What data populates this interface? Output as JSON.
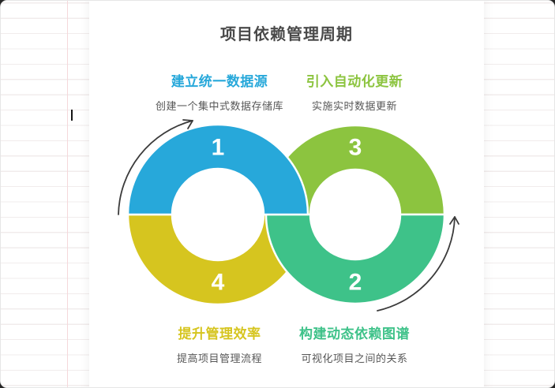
{
  "page": {
    "title": "项目依赖管理周期"
  },
  "canvas": {
    "grid_line_color": "#f1ecec",
    "margin_line_color": "#f5d8db",
    "card_background": "#ffffff"
  },
  "diagram": {
    "type": "infinity-loop-cycle",
    "steps": [
      {
        "number": "1",
        "title": "建立统一数据源",
        "subtitle": "创建一个集中式数据存储库",
        "color": "#27A8DA",
        "position": "top-left"
      },
      {
        "number": "2",
        "title": "构建动态依赖图谱",
        "subtitle": "可视化项目之间的关系",
        "color": "#3EC289",
        "position": "bottom-right"
      },
      {
        "number": "3",
        "title": "引入自动化更新",
        "subtitle": "实施实时数据更新",
        "color": "#8CC43F",
        "position": "top-right"
      },
      {
        "number": "4",
        "title": "提升管理效率",
        "subtitle": "提高项目管理流程",
        "color": "#D6C51F",
        "position": "bottom-left"
      }
    ],
    "arrow_color": "#3b3b3b"
  }
}
